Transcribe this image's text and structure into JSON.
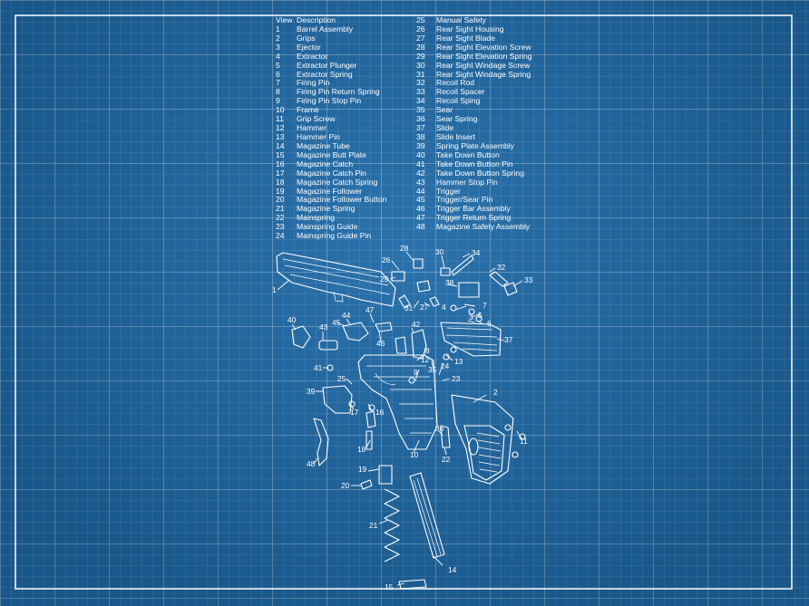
{
  "table": {
    "header": {
      "view": "View",
      "description": "Description"
    },
    "parts": [
      {
        "n": "1",
        "d": "Barrel Assembly"
      },
      {
        "n": "2",
        "d": "Grips"
      },
      {
        "n": "3",
        "d": "Ejector"
      },
      {
        "n": "4",
        "d": "Extractor"
      },
      {
        "n": "5",
        "d": "Extractor Plunger"
      },
      {
        "n": "6",
        "d": "Extractor Spring"
      },
      {
        "n": "7",
        "d": "Firing Pin"
      },
      {
        "n": "8",
        "d": "Firing Pin Return Spring"
      },
      {
        "n": "9",
        "d": "Firing Pin Stop Pin"
      },
      {
        "n": "10",
        "d": "Frame"
      },
      {
        "n": "11",
        "d": "Grip Screw"
      },
      {
        "n": "12",
        "d": "Hammer"
      },
      {
        "n": "13",
        "d": "Hammer Pin"
      },
      {
        "n": "14",
        "d": "Magazine Tube"
      },
      {
        "n": "15",
        "d": "Magazine Butt Plate"
      },
      {
        "n": "16",
        "d": "Magazine Catch"
      },
      {
        "n": "17",
        "d": "Magazine Catch Pin"
      },
      {
        "n": "18",
        "d": "Magazine Catch Spring"
      },
      {
        "n": "19",
        "d": "Magazine Follower"
      },
      {
        "n": "20",
        "d": "Magazine Follower Button"
      },
      {
        "n": "21",
        "d": "Magazine Spring"
      },
      {
        "n": "22",
        "d": "Mainspring"
      },
      {
        "n": "23",
        "d": "Mainspring Guide"
      },
      {
        "n": "24",
        "d": "Mainspring Guide Pin"
      },
      {
        "n": "25",
        "d": "Manual Safety"
      },
      {
        "n": "26",
        "d": "Rear Sight Housing"
      },
      {
        "n": "27",
        "d": "Rear Sight Blade"
      },
      {
        "n": "28",
        "d": "Rear Sight Elevation Screw"
      },
      {
        "n": "29",
        "d": "Rear Sight Elevation Spring"
      },
      {
        "n": "30",
        "d": "Rear Sight Windage Screw"
      },
      {
        "n": "31",
        "d": "Rear Sight Windage Spring"
      },
      {
        "n": "32",
        "d": "Recoil Rod"
      },
      {
        "n": "33",
        "d": "Recoil Spacer"
      },
      {
        "n": "34",
        "d": "Recoil Sping"
      },
      {
        "n": "35",
        "d": "Sear"
      },
      {
        "n": "36",
        "d": "Sear Spring"
      },
      {
        "n": "37",
        "d": "Slide"
      },
      {
        "n": "38",
        "d": "Slide Insert"
      },
      {
        "n": "39",
        "d": "Spring Plate Assembly"
      },
      {
        "n": "40",
        "d": "Take Down Button"
      },
      {
        "n": "41",
        "d": "Take Down Button Pin"
      },
      {
        "n": "42",
        "d": "Take Down Button Spring"
      },
      {
        "n": "43",
        "d": "Hammer Stop Pin"
      },
      {
        "n": "44",
        "d": "Trigger"
      },
      {
        "n": "45",
        "d": "Trigger/Sear Pin"
      },
      {
        "n": "46",
        "d": "Trigger Bar Assembly"
      },
      {
        "n": "47",
        "d": "Trigger Return Spring"
      },
      {
        "n": "48",
        "d": "Magazine Safety Assembly"
      }
    ]
  },
  "callouts": [
    {
      "t": "1"
    },
    {
      "t": "2"
    },
    {
      "t": "3"
    },
    {
      "t": "4"
    },
    {
      "t": "5"
    },
    {
      "t": "6"
    },
    {
      "t": "7"
    },
    {
      "t": "8"
    },
    {
      "t": "9"
    },
    {
      "t": "10"
    },
    {
      "t": "11"
    },
    {
      "t": "12"
    },
    {
      "t": "13"
    },
    {
      "t": "14"
    },
    {
      "t": "15"
    },
    {
      "t": "16"
    },
    {
      "t": "17"
    },
    {
      "t": "18"
    },
    {
      "t": "19"
    },
    {
      "t": "20"
    },
    {
      "t": "21"
    },
    {
      "t": "22"
    },
    {
      "t": "23"
    },
    {
      "t": "24"
    },
    {
      "t": "25"
    },
    {
      "t": "26"
    },
    {
      "t": "27"
    },
    {
      "t": "28"
    },
    {
      "t": "29"
    },
    {
      "t": "30"
    },
    {
      "t": "31"
    },
    {
      "t": "32"
    },
    {
      "t": "33"
    },
    {
      "t": "34"
    },
    {
      "t": "35"
    },
    {
      "t": "36"
    },
    {
      "t": "37"
    },
    {
      "t": "38"
    },
    {
      "t": "39"
    },
    {
      "t": "40"
    },
    {
      "t": "41"
    },
    {
      "t": "42"
    },
    {
      "t": "43"
    },
    {
      "t": "44"
    },
    {
      "t": "45"
    },
    {
      "t": "46"
    },
    {
      "t": "47"
    },
    {
      "t": "48"
    }
  ],
  "colors": {
    "background": "#1e6aa8",
    "ink": "#ffffff"
  }
}
